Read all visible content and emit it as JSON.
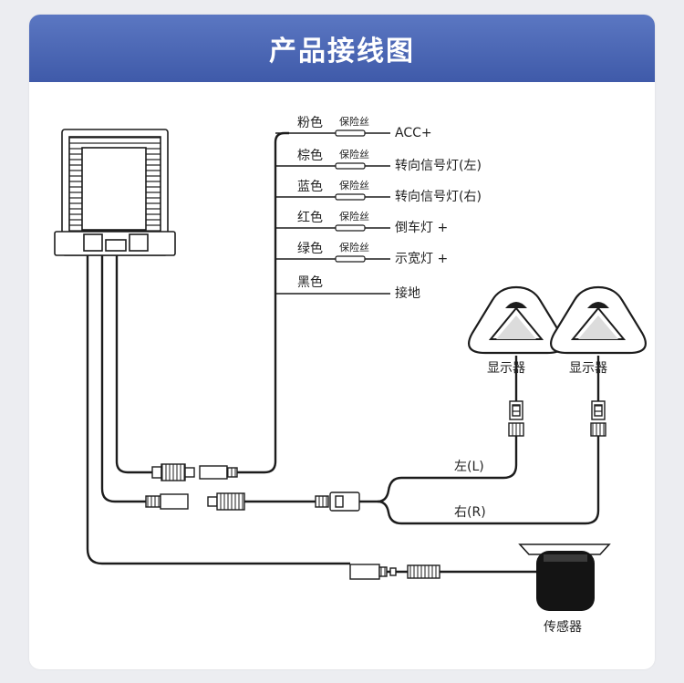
{
  "header": {
    "title": "产品接线图"
  },
  "harness": {
    "rows": [
      {
        "color": "粉色",
        "fuse": "保险丝",
        "dest": "ACC+"
      },
      {
        "color": "棕色",
        "fuse": "保险丝",
        "dest": "转向信号灯(左)"
      },
      {
        "color": "蓝色",
        "fuse": "保险丝",
        "dest": "转向信号灯(右)"
      },
      {
        "color": "红色",
        "fuse": "保险丝",
        "dest": "倒车灯 +"
      },
      {
        "color": "绿色",
        "fuse": "保险丝",
        "dest": "示宽灯 +"
      },
      {
        "color": "黑色",
        "fuse": "",
        "dest": "接地"
      }
    ]
  },
  "displays": {
    "left_label": "显示器",
    "right_label": "显示器"
  },
  "cables": {
    "left": "左(L)",
    "right": "右(R)"
  },
  "sensor": {
    "label": "传感器"
  },
  "colors": {
    "header": "#4562ae",
    "line": "#1c1c1c",
    "background": "#ecedf1"
  }
}
